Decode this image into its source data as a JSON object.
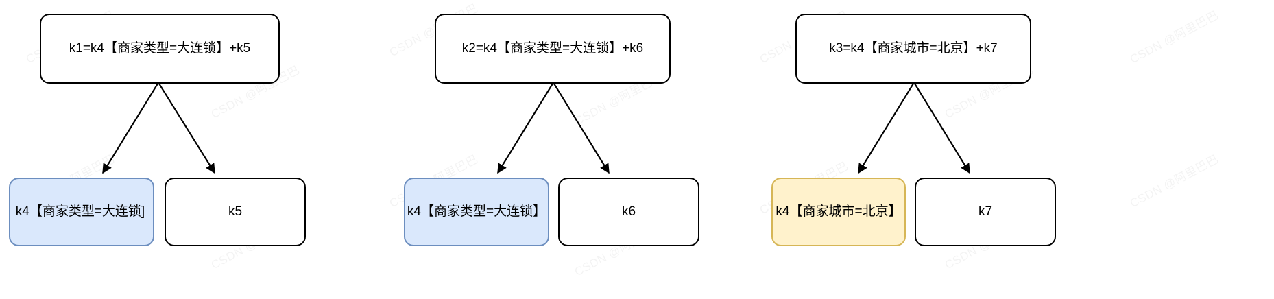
{
  "diagram": {
    "type": "tree-decomposition",
    "title": "",
    "background_color": "#ffffff",
    "palette": {
      "blue_fill": "#dae8fc",
      "blue_border": "#6c8ebf",
      "yellow_fill": "#fff2cc",
      "yellow_border": "#d6b656",
      "white_fill": "#ffffff",
      "black_border": "#000000",
      "edge_color": "#000000"
    },
    "watermark_text": "CSDN @阿里巴巴",
    "groups": [
      {
        "id": "group-1",
        "parent": {
          "id": "node-k1",
          "label": "k1=k4【商家类型=大连锁】+k5",
          "style": "white"
        },
        "children": [
          {
            "id": "node-k4-dalianuo-1",
            "label": "k4【商家类型=大连锁]",
            "style": "blue"
          },
          {
            "id": "node-k5",
            "label": "k5",
            "style": "white"
          }
        ]
      },
      {
        "id": "group-2",
        "parent": {
          "id": "node-k2",
          "label": "k2=k4【商家类型=大连锁】+k6",
          "style": "white"
        },
        "children": [
          {
            "id": "node-k4-dalianuo-2",
            "label": "k4【商家类型=大连锁】",
            "style": "blue"
          },
          {
            "id": "node-k6",
            "label": "k6",
            "style": "white"
          }
        ]
      },
      {
        "id": "group-3",
        "parent": {
          "id": "node-k3",
          "label": "k3=k4【商家城市=北京】+k7",
          "style": "white"
        },
        "children": [
          {
            "id": "node-k4-beijing",
            "label": "k4【商家城市=北京】",
            "style": "yellow"
          },
          {
            "id": "node-k7",
            "label": "k7",
            "style": "white"
          }
        ]
      }
    ]
  }
}
